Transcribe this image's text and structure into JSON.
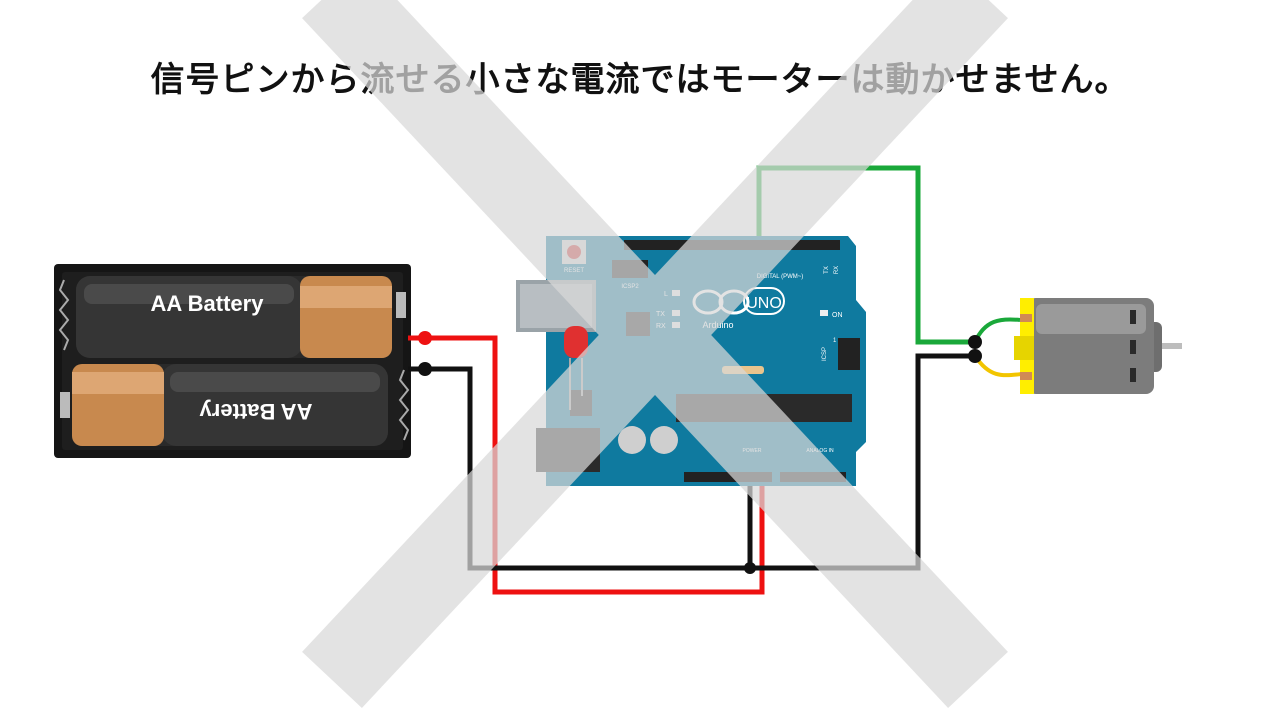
{
  "title": "信号ピンから流せる小さな電流ではモーターは動かせません。",
  "battery": {
    "cell_top_label": "AA Battery",
    "cell_bottom_label": "AA Battery"
  },
  "arduino": {
    "reset_label": "RESET",
    "icsp2_label": "ICSP2",
    "digital_label": "DIGITAL (PWM~)",
    "tx_pin_label": "TX",
    "rx_pin_label": "RX",
    "l_label": "L",
    "tx_label": "TX",
    "rx_label": "RX",
    "logo_text": "UNO",
    "brand_text": "Arduino",
    "on_label": "ON",
    "icsp_label": "ICSP",
    "icsp_num": "1",
    "power_label": "POWER",
    "analog_label": "ANALOG IN"
  },
  "colors": {
    "wire_red": "#ee1111",
    "wire_black": "#111111",
    "wire_green": "#1aa83a",
    "wire_yellow": "#f2c500",
    "board_blue": "#0f7a9f",
    "cross_gray": "#d9d9d9",
    "motor_mount": "#ffee00"
  }
}
